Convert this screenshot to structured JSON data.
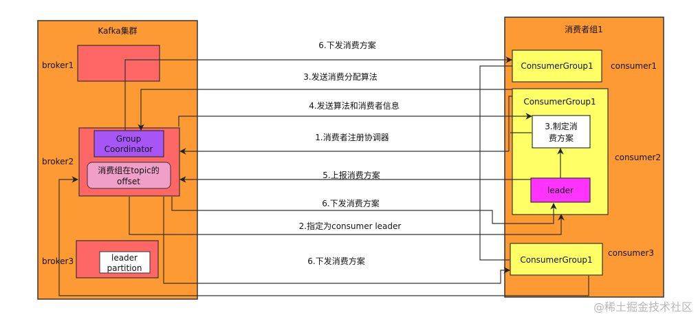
{
  "kafka_cluster": {
    "title": "Kafka集群",
    "brokers": [
      {
        "label": "broker1"
      },
      {
        "label": "broker2",
        "group_coordinator": "Group Coordinator",
        "offset_box": "消费组在topic的offset"
      },
      {
        "label": "broker3",
        "partition_box": "leader partition"
      }
    ]
  },
  "consumer_group": {
    "title": "消费者组1",
    "consumers": [
      {
        "label": "consumer1",
        "box": "ConsumerGroup1"
      },
      {
        "label": "consumer2",
        "box": "ConsumerGroup1",
        "plan_box": "3.制定消费方案",
        "leader_box": "leader"
      },
      {
        "label": "consumer3",
        "box": "ConsumerGroup1"
      }
    ]
  },
  "messages": [
    "6.下发消费方案",
    "3.发送消费分配算法",
    "4.发送算法和消费者信息",
    "1.消费者注册协调器",
    "5.上报消费方案",
    "6.下发消费方案",
    "2.指定为consumer leader",
    "6.下发消费方案"
  ],
  "watermark": "@稀土掘金技术社区",
  "colors": {
    "cluster_fill": "#fd9a33",
    "broker_fill": "#ff6666",
    "coordinator_fill": "#a855f7",
    "offset_fill": "#f0a0c8",
    "consumer_fill": "#ffff66",
    "leader_fill": "#ff33ff",
    "line": "#333333"
  }
}
